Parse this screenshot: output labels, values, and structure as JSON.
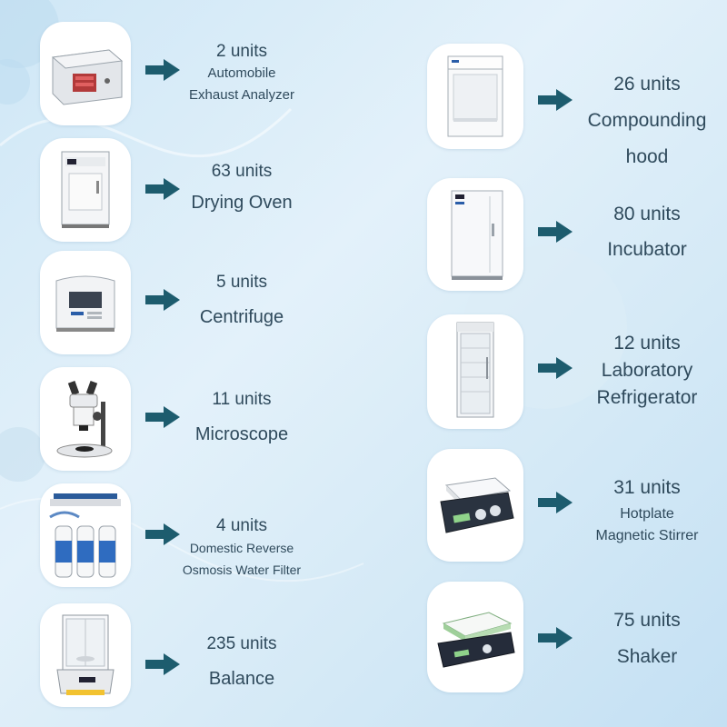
{
  "left": [
    {
      "count": "2 units",
      "lines": [
        "Automobile",
        "Exhaust Analyzer"
      ],
      "icon": "exhaust-analyzer-image"
    },
    {
      "count": "63 units",
      "lines": [
        "Drying Oven"
      ],
      "icon": "drying-oven-image"
    },
    {
      "count": "5 units",
      "lines": [
        "Centrifuge"
      ],
      "icon": "centrifuge-image"
    },
    {
      "count": "11 units",
      "lines": [
        "Microscope"
      ],
      "icon": "microscope-image"
    },
    {
      "count": "4 units",
      "lines": [
        "Domestic Reverse",
        "Osmosis Water Filter"
      ],
      "icon": "water-filter-image"
    },
    {
      "count": "235 units",
      "lines": [
        "Balance"
      ],
      "icon": "balance-image"
    }
  ],
  "right": [
    {
      "count": "26 units",
      "lines": [
        "Compounding",
        "hood"
      ],
      "icon": "compounding-hood-image"
    },
    {
      "count": "80 units",
      "lines": [
        "Incubator"
      ],
      "icon": "incubator-image"
    },
    {
      "count": "12 units",
      "lines": [
        "Laboratory",
        "Refrigerator"
      ],
      "icon": "refrigerator-image"
    },
    {
      "count": "31 units",
      "lines": [
        "Hotplate",
        "Magnetic Stirrer"
      ],
      "icon": "hotplate-stirrer-image"
    },
    {
      "count": "75 units",
      "lines": [
        "Shaker"
      ],
      "icon": "shaker-image"
    }
  ],
  "colors": {
    "arrow": "#1d5c6e",
    "text": "#2f4a5c",
    "card": "#ffffff"
  }
}
